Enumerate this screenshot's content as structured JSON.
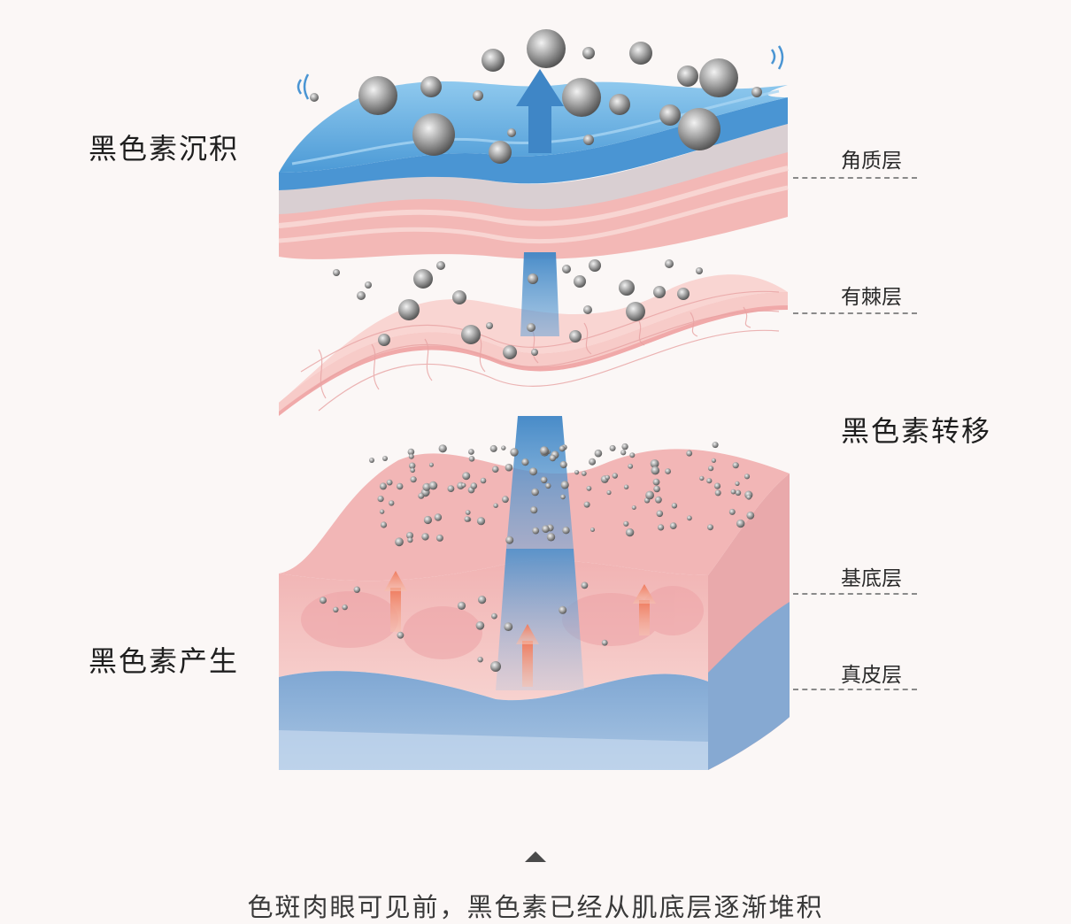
{
  "stage_labels": {
    "deposit": "黑色素沉积",
    "transfer": "黑色素转移",
    "produce": "黑色素产生"
  },
  "layer_labels": {
    "stratum_corneum": "角质层",
    "spinous_layer": "有棘层",
    "basal_layer": "基底层",
    "dermis": "真皮层"
  },
  "caption": "色斑肉眼可见前，黑色素已经从肌底层逐渐堆积",
  "colors": {
    "background": "#fbf7f6",
    "top_layer_blue": "#5aa6dc",
    "skin_pink": "#f3c2c2",
    "dermis_blue": "#8fb4d8",
    "melanin_gray": "#8c8c8c",
    "arrow_blue": "#3f86c6",
    "arrow_orange": "#ef8a6a"
  },
  "icons": [
    "up-arrow-icon",
    "caret-up-icon"
  ]
}
